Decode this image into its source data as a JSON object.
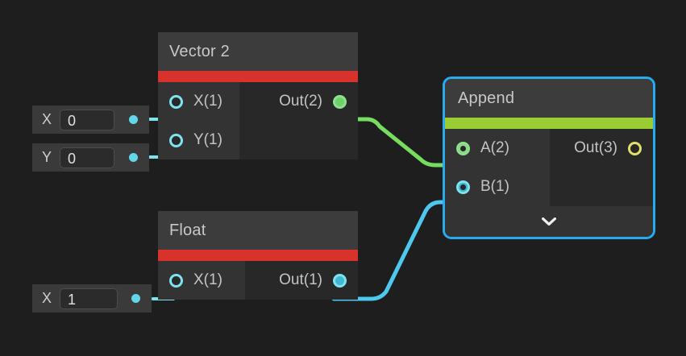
{
  "editor": {
    "name": "shader-node-graph",
    "background_color": "#1e1e1e"
  },
  "colors": {
    "node_body": "#282828",
    "node_input_column": "#333333",
    "node_titlebar": "#3c3c3c",
    "accent_red": "#d8322c",
    "accent_green": "#9acd33",
    "selection_outline": "#28aaf0",
    "wire_cyan": "#4ec8ee",
    "wire_green": "#77dd5f",
    "port_cyan": "#7fe3ef",
    "port_green": "#8fe08c",
    "port_yellow": "#e2e06a",
    "text": "#c4c4c4"
  },
  "value_widgets": [
    {
      "name": "x-0",
      "label": "X",
      "value": "0"
    },
    {
      "name": "y-0",
      "label": "Y",
      "value": "0"
    },
    {
      "name": "x-1",
      "label": "X",
      "value": "1"
    }
  ],
  "nodes": [
    {
      "id": "vector2",
      "title": "Vector 2",
      "accent": "#d8322c",
      "selected": false,
      "inputs": [
        {
          "label": "X(1)",
          "port": "ring-cyan",
          "connected": true
        },
        {
          "label": "Y(1)",
          "port": "ring-cyan",
          "connected": true
        }
      ],
      "outputs": [
        {
          "label": "Out(2)",
          "port": "filled-green",
          "connected": true
        }
      ]
    },
    {
      "id": "float",
      "title": "Float",
      "accent": "#d8322c",
      "selected": false,
      "inputs": [
        {
          "label": "X(1)",
          "port": "ring-cyan",
          "connected": true
        }
      ],
      "outputs": [
        {
          "label": "Out(1)",
          "port": "filled-cyan",
          "connected": true
        }
      ]
    },
    {
      "id": "append",
      "title": "Append",
      "accent": "#9acd33",
      "selected": true,
      "inputs": [
        {
          "label": "A(2)",
          "port": "donut-green",
          "connected": true
        },
        {
          "label": "B(1)",
          "port": "donut-cyan",
          "connected": true
        }
      ],
      "outputs": [
        {
          "label": "Out(3)",
          "port": "ring-yellow",
          "connected": false
        }
      ],
      "expander_icon": "chevron-down-icon"
    }
  ],
  "connections": [
    {
      "name": "vector2-out-to-append-a",
      "from": "vector2.Out(2)",
      "to": "append.A(2)",
      "color": "#77dd5f"
    },
    {
      "name": "float-out-to-append-b",
      "from": "float.Out(1)",
      "to": "append.B(1)",
      "color": "#4ec8ee"
    },
    {
      "name": "widget-x0-to-vector2-x",
      "from": "value.X",
      "to": "vector2.X(1)",
      "color": "#4ec8ee"
    },
    {
      "name": "widget-y0-to-vector2-y",
      "from": "value.Y",
      "to": "vector2.Y(1)",
      "color": "#4ec8ee"
    },
    {
      "name": "widget-x1-to-float-x",
      "from": "value.X",
      "to": "float.X(1)",
      "color": "#4ec8ee"
    }
  ]
}
